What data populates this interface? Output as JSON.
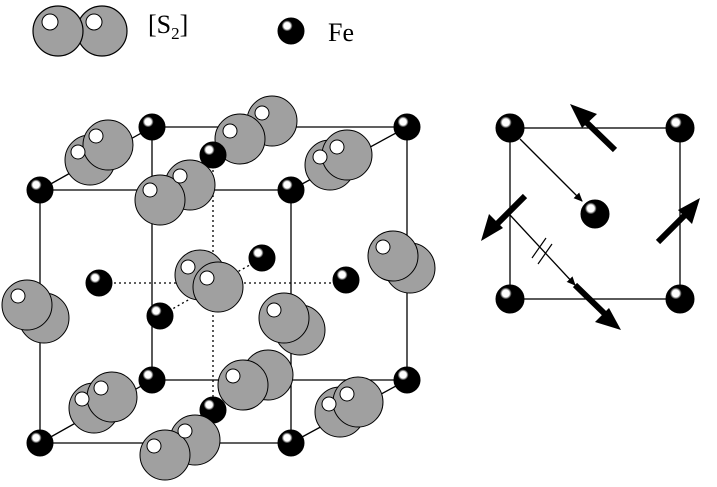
{
  "legend": {
    "s2_label": "[S",
    "s2_subscript": "2",
    "s2_close": "]",
    "fe_label": "Fe"
  },
  "colors": {
    "sulfur_fill": "#a0a0a0",
    "sulfur_highlight": "#ffffff",
    "iron_fill": "#000000",
    "line": "#000000",
    "background": "#ffffff"
  }
}
